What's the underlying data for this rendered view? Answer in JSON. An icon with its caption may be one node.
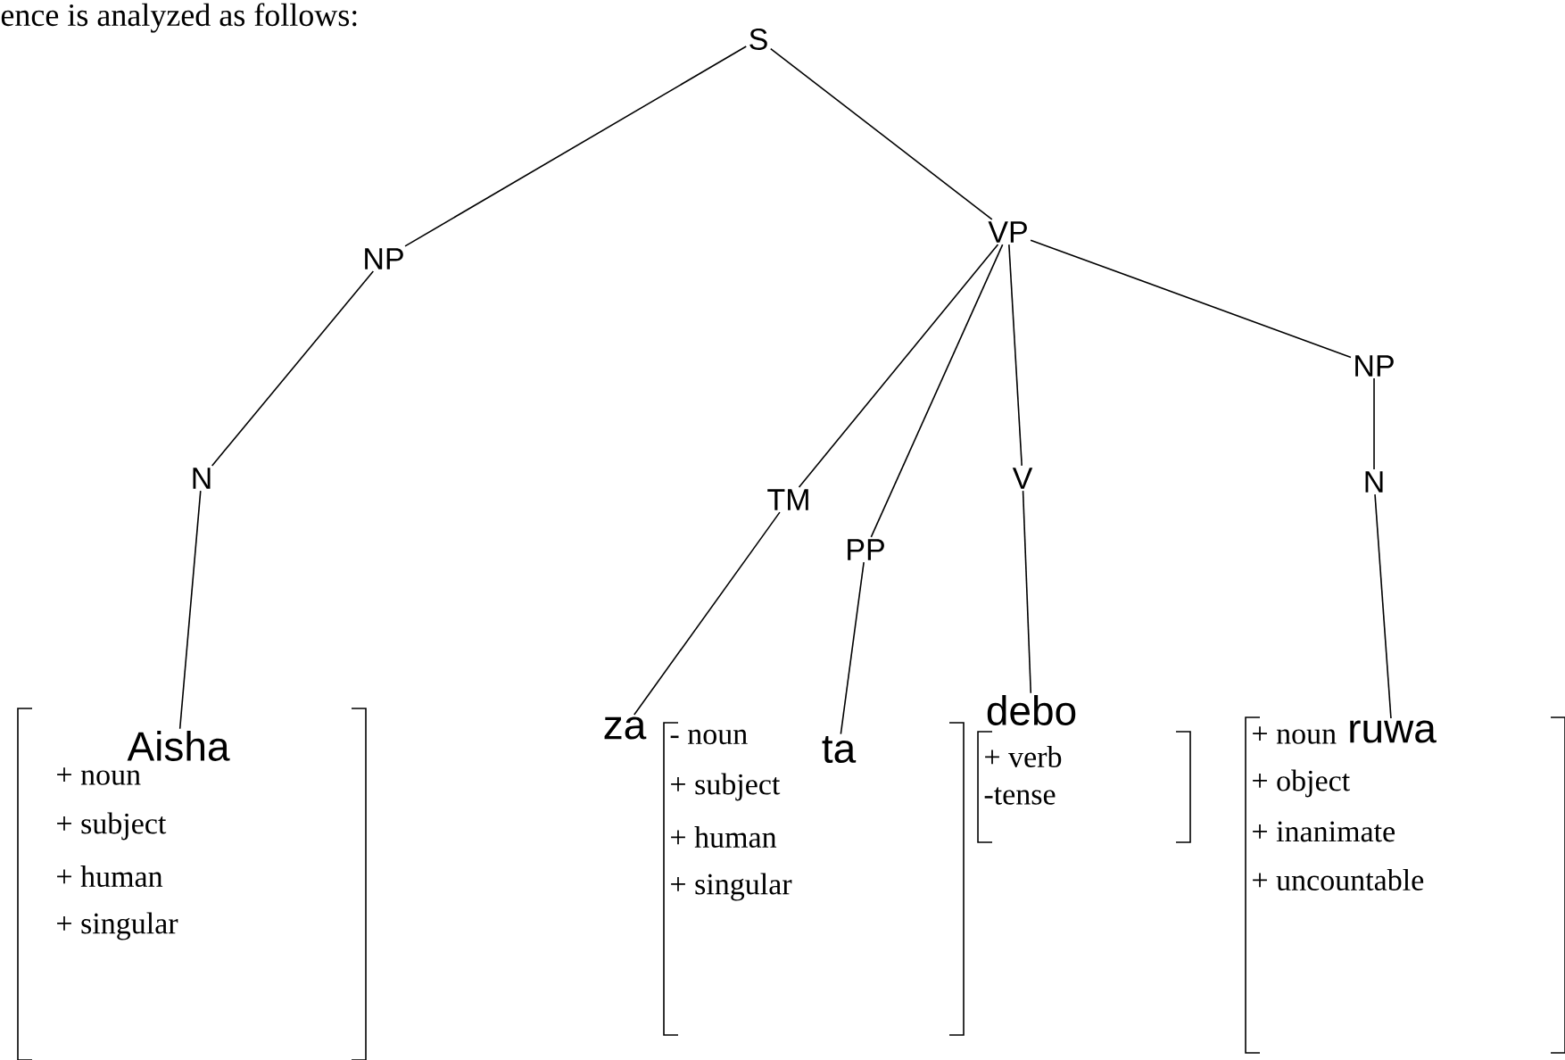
{
  "diagram": {
    "nodes": [
      {
        "text": [
          "S"
        ]
      },
      {
        "text": [
          "NP"
        ]
      },
      {
        "text": [
          "VP"
        ]
      },
      {
        "text": [
          "N"
        ]
      },
      {
        "text": [
          "TM"
        ]
      },
      {
        "text": [
          "PP"
        ]
      },
      {
        "text": [
          "V"
        ]
      },
      {
        "text": [
          "NP"
        ]
      },
      {
        "text": [
          "N"
        ]
      },
      {
        "text": [
          "Aisha"
        ],
        "beside": [
          "+ noun",
          "+ subject",
          "+ human",
          "+ singular"
        ]
      },
      {
        "text": [
          "za"
        ]
      },
      {
        "text": [
          "ta"
        ],
        "beside": [
          "- noun",
          "+ subject",
          "+ human",
          "+ singular"
        ]
      },
      {
        "text": [
          "debo"
        ],
        "beside": [
          "+ verb",
          "-tense"
        ]
      },
      {
        "text": [
          "ruwa"
        ],
        "beside": [
          "+ noun",
          "+ object",
          "+ inanimate",
          "+ uncountable"
        ]
      }
    ],
    "edges": [
      {
        "from": 0,
        "to": 1,
        "arrow": "none"
      },
      {
        "from": 0,
        "to": 2,
        "arrow": "none"
      },
      {
        "from": 1,
        "to": 3,
        "arrow": "none"
      },
      {
        "from": 3,
        "to": 9,
        "arrow": "none"
      },
      {
        "from": 2,
        "to": 4,
        "arrow": "none"
      },
      {
        "from": 2,
        "to": 5,
        "arrow": "none"
      },
      {
        "from": 2,
        "to": 6,
        "arrow": "none"
      },
      {
        "from": 2,
        "to": 7,
        "arrow": "none"
      },
      {
        "from": 7,
        "to": 8,
        "arrow": "none"
      },
      {
        "from": 8,
        "to": 13,
        "arrow": "none"
      },
      {
        "from": 4,
        "to": 10,
        "arrow": "none"
      },
      {
        "from": 5,
        "to": 11,
        "arrow": "none"
      },
      {
        "from": 6,
        "to": 12,
        "arrow": "none"
      }
    ],
    "labels": [
      "ence is analyzed as follows:"
    ]
  }
}
